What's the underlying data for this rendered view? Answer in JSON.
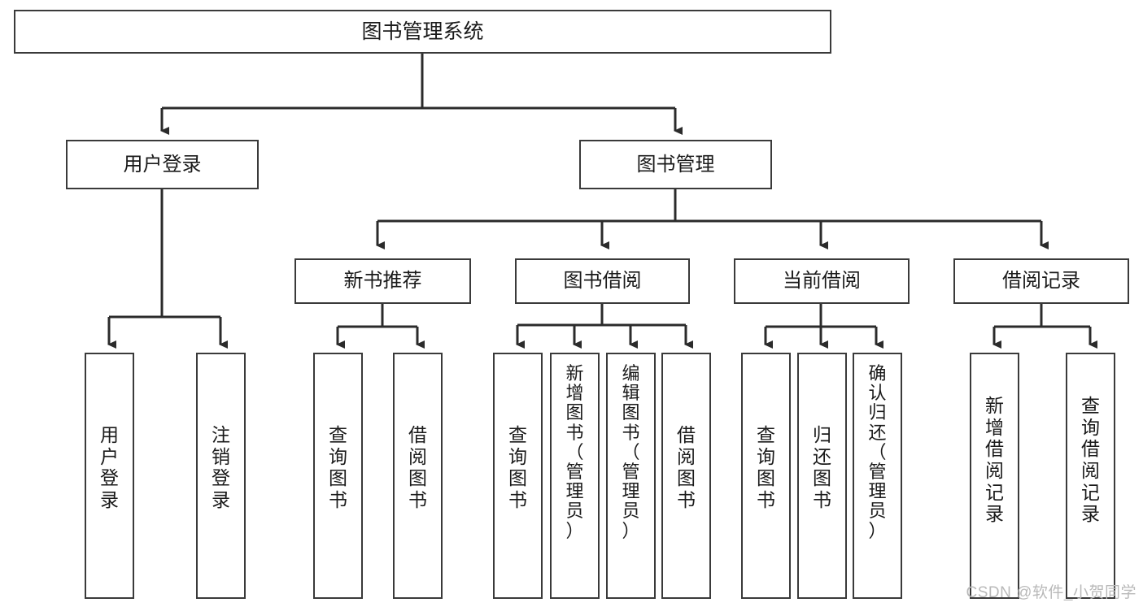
{
  "diagram": {
    "title": "图书管理系统",
    "type": "tree",
    "watermark": "CSDN @软件_小贺同学",
    "colors": {
      "box_border": "#3a3a3a",
      "box_fill": "#ffffff",
      "link": "#2b2b2b",
      "text": "#1a1a1a",
      "watermark": "#b9b9b9",
      "background": "#ffffff"
    },
    "nodes": {
      "root": {
        "label": "图书管理系统"
      },
      "level2": [
        {
          "id": "user-login",
          "label": "用户登录"
        },
        {
          "id": "book-manage",
          "label": "图书管理"
        }
      ],
      "level3": [
        {
          "id": "new-book-recommend",
          "label": "新书推荐"
        },
        {
          "id": "book-borrow",
          "label": "图书借阅"
        },
        {
          "id": "current-borrow",
          "label": "当前借阅"
        },
        {
          "id": "borrow-record",
          "label": "借阅记录"
        }
      ],
      "leaves": {
        "user_login": [
          {
            "id": "leaf-user-login",
            "label": "用户登录",
            "vertical": "用\n户\n登\n录"
          },
          {
            "id": "leaf-logout",
            "label": "注销登录",
            "vertical": "注\n销\n登\n录"
          }
        ],
        "new_book_recommend": [
          {
            "id": "leaf-query-book-1",
            "label": "查询图书",
            "vertical": "查\n询\n图\n书"
          },
          {
            "id": "leaf-borrow-book-1",
            "label": "借阅图书",
            "vertical": "借\n阅\n图\n书"
          }
        ],
        "book_borrow": [
          {
            "id": "leaf-query-book-2",
            "label": "查询图书",
            "vertical": "查\n询\n图\n书"
          },
          {
            "id": "leaf-add-book",
            "label": "新增图书（管理员）",
            "vertical": "新\n增\n图\n书\n（\n管\n理\n员\n）"
          },
          {
            "id": "leaf-edit-book",
            "label": "编辑图书（管理员）",
            "vertical": "编\n辑\n图\n书\n（\n管\n理\n员\n）"
          },
          {
            "id": "leaf-borrow-book-2",
            "label": "借阅图书",
            "vertical": "借\n阅\n图\n书"
          }
        ],
        "current_borrow": [
          {
            "id": "leaf-query-book-3",
            "label": "查询图书",
            "vertical": "查\n询\n图\n书"
          },
          {
            "id": "leaf-return-book",
            "label": "归还图书",
            "vertical": "归\n还\n图\n书"
          },
          {
            "id": "leaf-confirm-return",
            "label": "确认归还（管理员）",
            "vertical": "确\n认\n归\n还\n（\n管\n理\n员\n）"
          }
        ],
        "borrow_record": [
          {
            "id": "leaf-add-record",
            "label": "新增借阅记录",
            "vertical": "新\n增\n借\n阅\n记\n录"
          },
          {
            "id": "leaf-query-record",
            "label": "查询借阅记录",
            "vertical": "查\n询\n借\n阅\n记\n录"
          }
        ]
      }
    },
    "edges": [
      {
        "from": "root",
        "to": "user-login"
      },
      {
        "from": "root",
        "to": "book-manage"
      },
      {
        "from": "user-login",
        "to": "leaf-user-login"
      },
      {
        "from": "user-login",
        "to": "leaf-logout"
      },
      {
        "from": "book-manage",
        "to": "new-book-recommend"
      },
      {
        "from": "book-manage",
        "to": "book-borrow"
      },
      {
        "from": "book-manage",
        "to": "current-borrow"
      },
      {
        "from": "book-manage",
        "to": "borrow-record"
      },
      {
        "from": "new-book-recommend",
        "to": "leaf-query-book-1"
      },
      {
        "from": "new-book-recommend",
        "to": "leaf-borrow-book-1"
      },
      {
        "from": "book-borrow",
        "to": "leaf-query-book-2"
      },
      {
        "from": "book-borrow",
        "to": "leaf-add-book"
      },
      {
        "from": "book-borrow",
        "to": "leaf-edit-book"
      },
      {
        "from": "book-borrow",
        "to": "leaf-borrow-book-2"
      },
      {
        "from": "current-borrow",
        "to": "leaf-query-book-3"
      },
      {
        "from": "current-borrow",
        "to": "leaf-return-book"
      },
      {
        "from": "current-borrow",
        "to": "leaf-confirm-return"
      },
      {
        "from": "borrow-record",
        "to": "leaf-add-record"
      },
      {
        "from": "borrow-record",
        "to": "leaf-query-record"
      }
    ]
  }
}
